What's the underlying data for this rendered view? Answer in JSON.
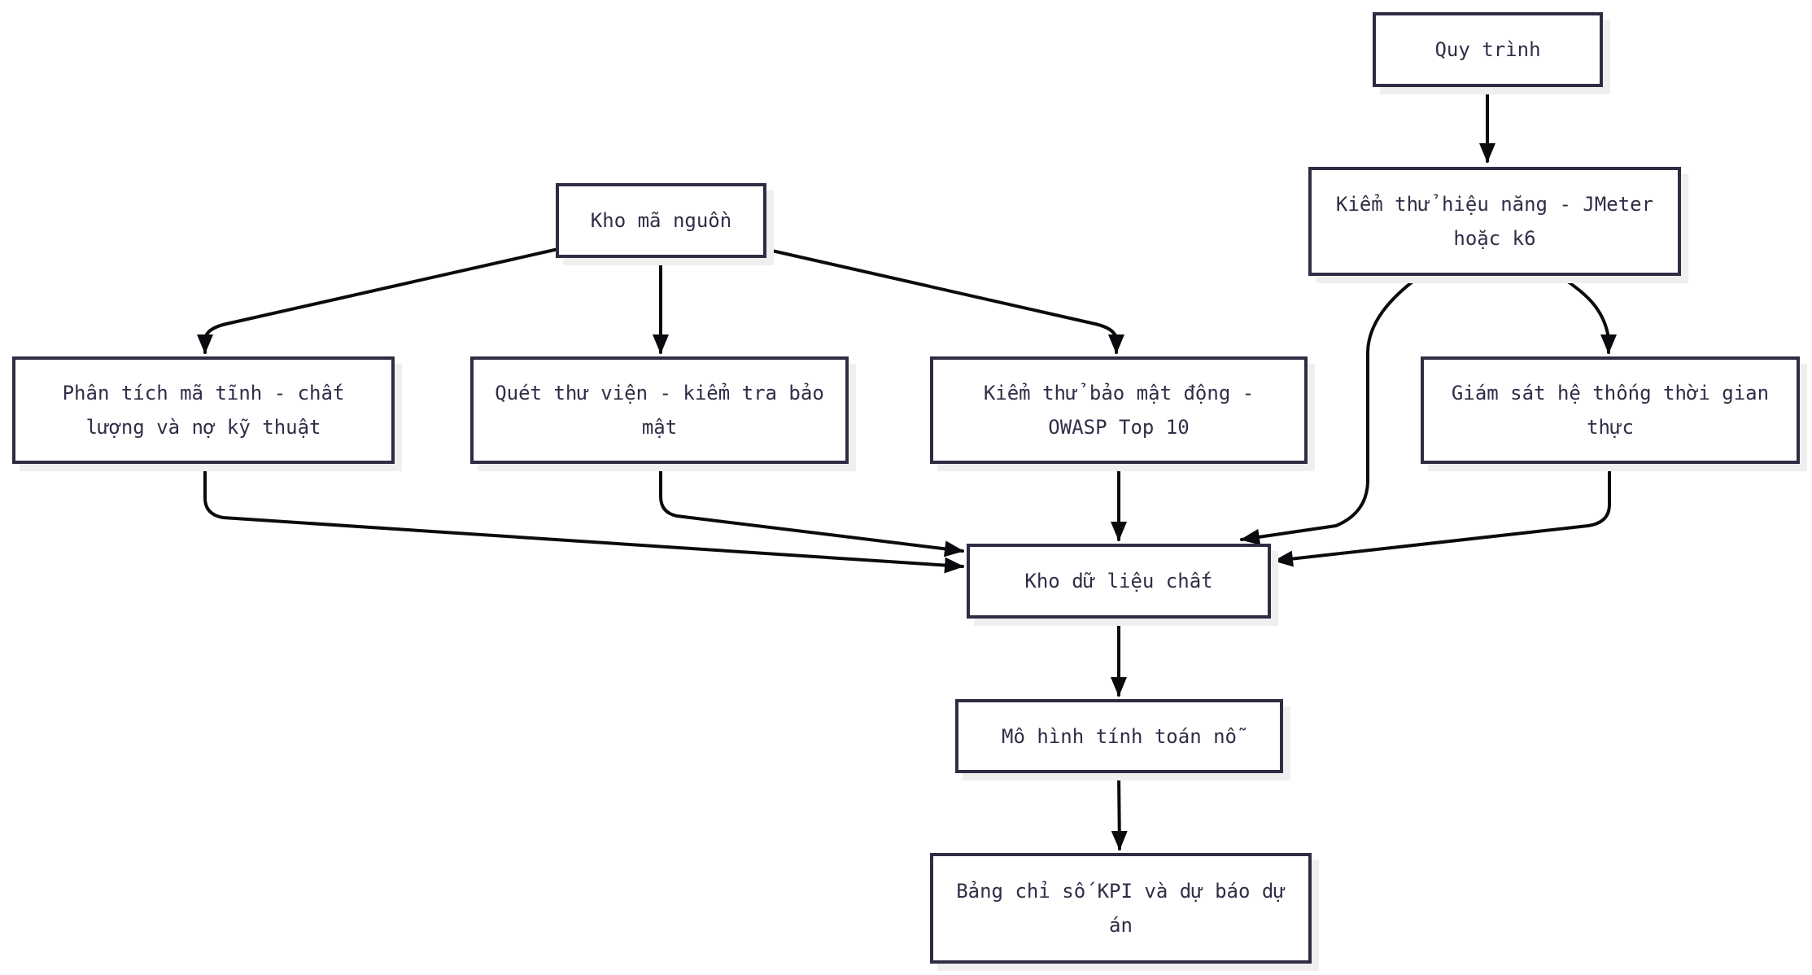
{
  "diagram": {
    "type": "flowchart",
    "direction": "top-down",
    "background_color": "#ffffff",
    "node_fill_color": "#ffffff",
    "node_border_color": "#2d2d44",
    "node_text_color": "#2e2e48",
    "edge_color": "#0b0b0f",
    "shadow_color": "#efefef",
    "nodes": {
      "quy_trinh": {
        "label": "Quy trình"
      },
      "kiem_thu_hieu_nang": {
        "label": "Kiểm thử hiệu năng - JMeter\nhoặc k6"
      },
      "kho_ma_nguon": {
        "label": "Kho mã nguồn"
      },
      "phan_tich_ma_tinh": {
        "label": "Phân tích mã tĩnh - chất\nlượng và nợ kỹ thuật"
      },
      "quet_thu_vien": {
        "label": "Quét thư viện - kiểm tra bảo\nmật"
      },
      "kiem_thu_bao_mat": {
        "label": "Kiểm thử bảo mật động -\nOWASP Top 10"
      },
      "giam_sat_he_thong": {
        "label": "Giám sát hệ thống thời gian\nthực"
      },
      "kho_du_lieu": {
        "label": "Kho dữ liệu chất"
      },
      "mo_hinh": {
        "label": "Mô hình tính toán nỗ"
      },
      "bang_kpi": {
        "label": "Bảng chỉ số KPI và dự báo dự\nán"
      }
    },
    "edges": [
      {
        "from": "quy_trinh",
        "to": "kiem_thu_hieu_nang"
      },
      {
        "from": "kho_ma_nguon",
        "to": "phan_tich_ma_tinh"
      },
      {
        "from": "kho_ma_nguon",
        "to": "quet_thu_vien"
      },
      {
        "from": "kho_ma_nguon",
        "to": "kiem_thu_bao_mat"
      },
      {
        "from": "kiem_thu_hieu_nang",
        "to": "giam_sat_he_thong"
      },
      {
        "from": "kiem_thu_hieu_nang",
        "to": "kho_du_lieu"
      },
      {
        "from": "phan_tich_ma_tinh",
        "to": "kho_du_lieu"
      },
      {
        "from": "quet_thu_vien",
        "to": "kho_du_lieu"
      },
      {
        "from": "kiem_thu_bao_mat",
        "to": "kho_du_lieu"
      },
      {
        "from": "giam_sat_he_thong",
        "to": "kho_du_lieu"
      },
      {
        "from": "kho_du_lieu",
        "to": "mo_hinh"
      },
      {
        "from": "mo_hinh",
        "to": "bang_kpi"
      }
    ]
  }
}
